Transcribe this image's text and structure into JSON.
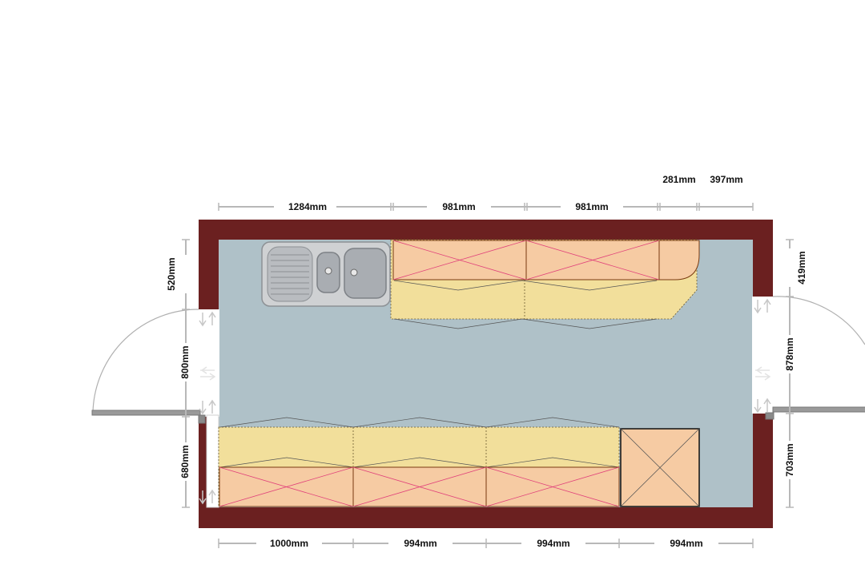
{
  "dimensions": {
    "top_outer": [
      "281mm",
      "397mm"
    ],
    "top": [
      "1284mm",
      "981mm",
      "981mm"
    ],
    "bottom": [
      "1000mm",
      "994mm",
      "994mm",
      "994mm"
    ],
    "left": [
      "520mm",
      "800mm",
      "680mm"
    ],
    "right": [
      "419mm",
      "878mm",
      "703mm"
    ]
  },
  "colors": {
    "wall": "#6b2020",
    "floor": "#afc1c8",
    "base_unit": "#f6cba3",
    "worktop": "#f2df9b",
    "unit_cross": "#e0407a",
    "dimension_line": "#b8b8b8"
  },
  "icons": {
    "sink": "double-bowl-sink-with-drainer-icon",
    "door": "swing-door-icon"
  }
}
